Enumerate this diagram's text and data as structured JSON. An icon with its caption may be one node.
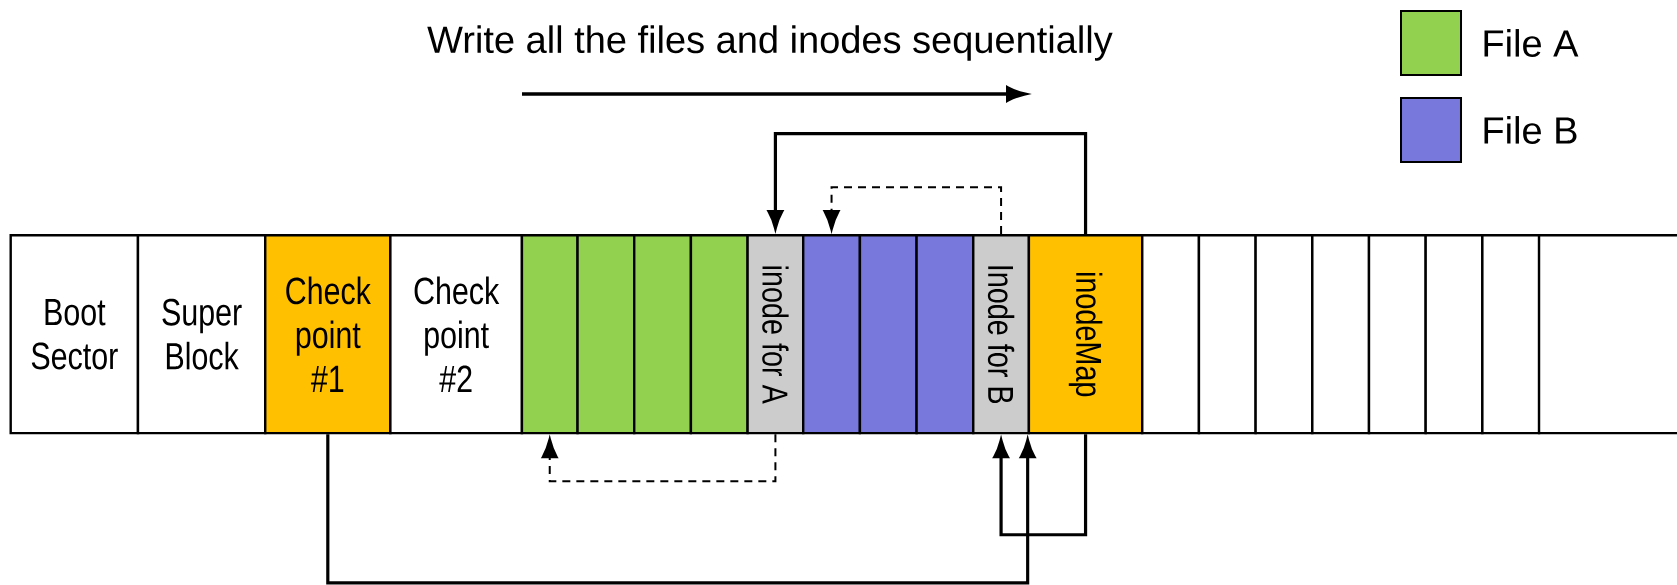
{
  "diagram": {
    "nodes": [
      {
        "text": [
          "Boot Sector"
        ]
      },
      {
        "text": [
          "Super Block"
        ]
      },
      {
        "text": [
          "Check point #1"
        ]
      },
      {
        "text": [
          "Check point #2"
        ]
      },
      {
        "text": [],
        "shape": "box"
      },
      {
        "text": [],
        "shape": "box"
      },
      {
        "text": [],
        "shape": "box"
      },
      {
        "text": [],
        "shape": "box"
      },
      {
        "text": [
          "inode for A"
        ]
      },
      {
        "text": [],
        "shape": "box"
      },
      {
        "text": [],
        "shape": "box"
      },
      {
        "text": [],
        "shape": "box"
      },
      {
        "text": [
          "Inode for B"
        ]
      },
      {
        "text": [
          "inodeMap"
        ]
      },
      {
        "text": [],
        "shape": "box"
      },
      {
        "text": [],
        "shape": "box"
      },
      {
        "text": [],
        "shape": "box"
      },
      {
        "text": [],
        "shape": "box"
      },
      {
        "text": [],
        "shape": "box"
      },
      {
        "text": [],
        "shape": "box"
      },
      {
        "text": [],
        "shape": "box"
      },
      {
        "text": [],
        "shape": "box"
      }
    ],
    "edges": [
      {
        "from": 13,
        "to": 8,
        "arrow": "to"
      },
      {
        "from": 12,
        "to": 9,
        "arrow": "to",
        "style": "dashed"
      },
      {
        "from": 8,
        "to": 4,
        "arrow": "to",
        "style": "dashed"
      },
      {
        "from": 13,
        "to": 12,
        "arrow": "to"
      },
      {
        "from": 2,
        "to": 13,
        "arrow": "to"
      }
    ],
    "labels": [
      "Write all the files and inodes sequentially"
    ],
    "legend": [
      {
        "text": "File A",
        "color": "#92d050"
      },
      {
        "text": "File B",
        "color": "#7878dc"
      }
    ]
  }
}
